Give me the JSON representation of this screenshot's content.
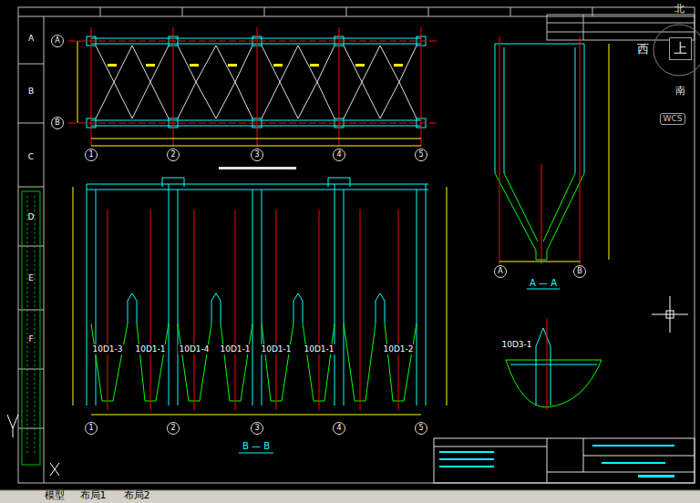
{
  "diagram": {
    "nodes": [
      {
        "text": [
          "A"
        ]
      },
      {
        "text": [
          "B"
        ]
      },
      {
        "text": [
          "1"
        ]
      },
      {
        "text": [
          "2"
        ]
      },
      {
        "text": [
          "3"
        ]
      },
      {
        "text": [
          "4"
        ]
      },
      {
        "text": [
          "5"
        ]
      },
      {
        "text": [
          "1"
        ]
      },
      {
        "text": [
          "2"
        ]
      },
      {
        "text": [
          "3"
        ]
      },
      {
        "text": [
          "4"
        ]
      },
      {
        "text": [
          "5"
        ]
      },
      {
        "text": [
          "A"
        ]
      },
      {
        "text": [
          "B"
        ]
      }
    ],
    "edges": [],
    "labels": [
      "A",
      "B",
      "C",
      "D",
      "E",
      "F",
      "B — B",
      "A — A",
      "10D1-3",
      "10D1-1",
      "10D1-4",
      "10D1-1",
      "10D1-1",
      "10D1-1",
      "10D1-2",
      "10D3-1",
      "北",
      "西",
      "上",
      "南",
      "WCS",
      "模型",
      "布局1",
      "布局2"
    ]
  }
}
